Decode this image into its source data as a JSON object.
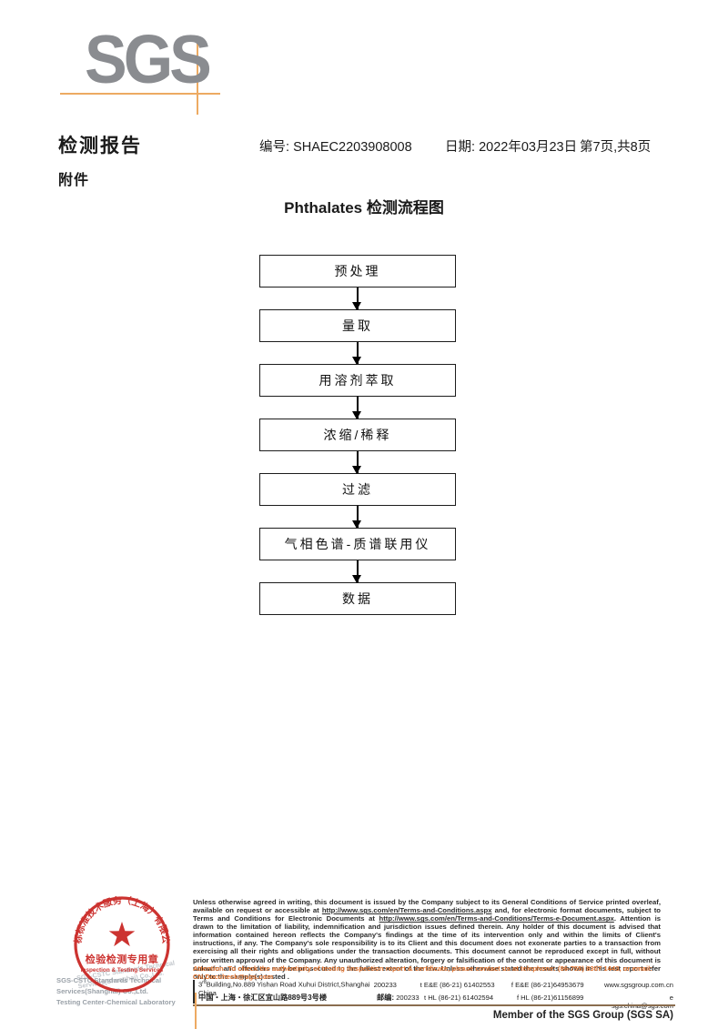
{
  "logo": {
    "text": "SGS"
  },
  "header": {
    "report_title": "检测报告",
    "report_no_label": "编号:",
    "report_no": "SHAEC2203908008",
    "date_label": "日期:",
    "date": "2022年03月23日",
    "page_info": "第7页,共8页",
    "attachment": "附件"
  },
  "flowchart": {
    "title": "Phthalates 检测流程图",
    "steps": [
      "预处理",
      "量取",
      "用溶剂萃取",
      "浓缩/稀释",
      "过滤",
      "气相色谱-质谱联用仪",
      "数据"
    ]
  },
  "stamp": {
    "ring_text": "通标标准技术服务（上海）有限公司",
    "seal_cn": "检验检测专用章",
    "seal_en": "Inspection & Testing Services",
    "company_en": "SGS-CSTC Standards Technical Services(Shanghai) Co.,Ltd.",
    "company_dept": "Testing Center-Chemical Laboratory",
    "seal_color": "#c8221f"
  },
  "footer": {
    "disclaimer_part1": "Unless otherwise agreed in writing, this document is issued by the Company subject to its General Conditions of Service printed overleaf, available on request or accessible at ",
    "disclaimer_url1": "http://www.sgs.com/en/Terms-and-Conditions.aspx",
    "disclaimer_part2": " and, for electronic format documents, subject to Terms and Conditions for Electronic Documents at ",
    "disclaimer_url2": "http://www.sgs.com/en/Terms-and-Conditions/Terms-e-Document.aspx",
    "disclaimer_part3": ". Attention is drawn to the limitation of liability, indemnification and jurisdiction issues defined therein. Any holder of this document is advised that information contained hereon reflects the Company's findings at the time of its intervention only and within the limits of Client's instructions, if any. The Company's sole responsibility is to its Client and this document does not exonerate parties to a transaction from exercising all their rights and obligations under the transaction documents. This document cannot be reproduced except in full, without prior written approval of the Company. Any unauthorized alteration, forgery or falsification of the content or appearance of this document is unlawful and offenders may be prosecuted to the fullest extent of the law. Unless otherwise stated the results shown in this test report refer only to the sample(s) tested .",
    "attention": "Attention: To check the authenticity of testing /inspection report & certificate, please contact us at telephone: (86-755) 8307 1443, or email: CN.Doccheck@sgs.com",
    "address": {
      "en_num": "3",
      "en_sup": "rd",
      "en_rest": "Building,No.889 Yishan Road Xuhui District,Shanghai China",
      "en_zip": "200233",
      "en_tel": "t E&E (86-21) 61402553",
      "en_fax": "f E&E (86-21)64953679",
      "en_web": "www.sgsgroup.com.cn",
      "cn_addr": "中国・上海・徐汇区宜山路889号3号楼",
      "cn_zip_label": "邮编:",
      "cn_zip": "200233",
      "cn_tel": "t HL (86-21) 61402594",
      "cn_fax": "f HL (86-21)61156899",
      "cn_mail": "e  sgs.china@sgs.com"
    },
    "member": "Member of the SGS Group (SGS SA)"
  }
}
